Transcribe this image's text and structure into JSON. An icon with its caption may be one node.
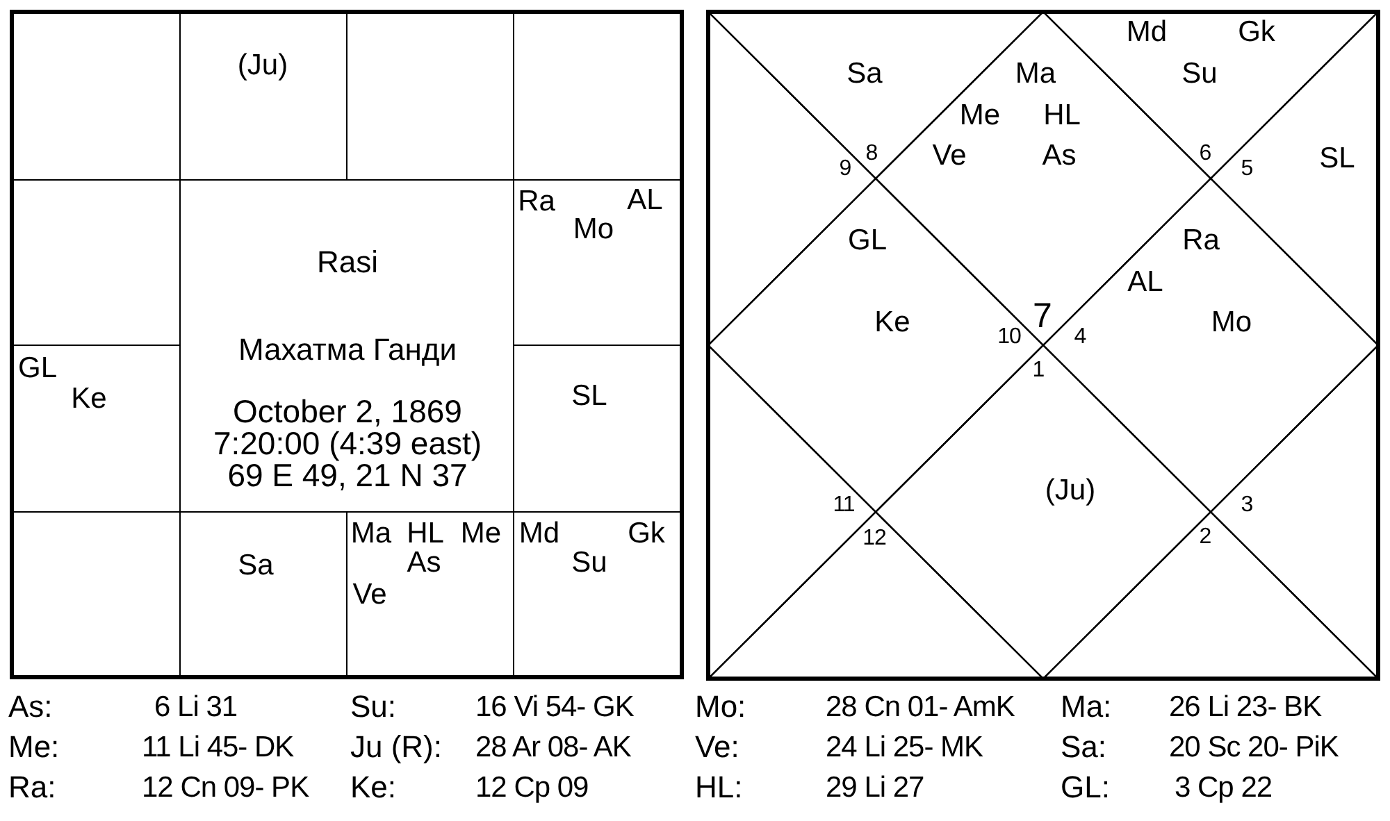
{
  "diagram": {
    "nodes": [
      {
        "text": [],
        "shape": "box"
      },
      {
        "text": [
          "(Ju)"
        ]
      },
      {
        "text": [],
        "shape": "box"
      },
      {
        "text": [],
        "shape": "box"
      },
      {
        "text": [],
        "shape": "box"
      },
      {
        "text": [
          "Rasi",
          "Махатма Ганди",
          "October 2, 1869",
          "7:20:00 (4:39 east)",
          "69 E 49, 21 N 37"
        ]
      },
      {
        "text": [
          "Ra",
          "AL",
          "Mo"
        ]
      },
      {
        "text": [
          "GL",
          "Ke"
        ]
      },
      {
        "text": [
          "SL"
        ]
      },
      {
        "text": [],
        "shape": "box"
      },
      {
        "text": [
          "Sa"
        ]
      },
      {
        "text": [
          "Ma",
          "HL",
          "Me",
          "As",
          "Ve"
        ]
      },
      {
        "text": [
          "Md",
          "Gk",
          "Su"
        ]
      },
      {
        "text": [
          "Sa",
          "8"
        ]
      },
      {
        "text": [
          "Ma",
          "Me",
          "HL",
          "Ve",
          "As",
          "7"
        ]
      },
      {
        "text": [
          "Md",
          "Gk",
          "Su",
          "6"
        ]
      },
      {
        "text": [
          "9"
        ]
      },
      {
        "text": [
          "SL",
          "5"
        ]
      },
      {
        "text": [
          "GL",
          "Ke",
          "10"
        ]
      },
      {
        "text": [
          "Ra",
          "AL",
          "Mo",
          "4"
        ]
      },
      {
        "text": [
          "11"
        ]
      },
      {
        "text": [
          "3"
        ]
      },
      {
        "text": [
          "(Ju)",
          "1"
        ]
      },
      {
        "text": [
          "12"
        ]
      },
      {
        "text": [
          "2"
        ]
      }
    ],
    "labels": [
      "As:",
      "6 Li 31",
      "Su:",
      "16 Vi 54- GK",
      "Mo:",
      "28 Cn 01- AmK",
      "Ma:",
      "26 Li 23- BK",
      "Me:",
      "11 Li 45- DK",
      "Ju (R):",
      "28 Ar 08- AK",
      "Ve:",
      "24 Li 25- MK",
      "Sa:",
      "20 Sc 20- PiK",
      "Ra:",
      "12 Cn 09- PK",
      "Ke:",
      "12 Cp 09",
      "HL:",
      "29 Li 27",
      "GL:",
      "3 Cp 22"
    ]
  }
}
